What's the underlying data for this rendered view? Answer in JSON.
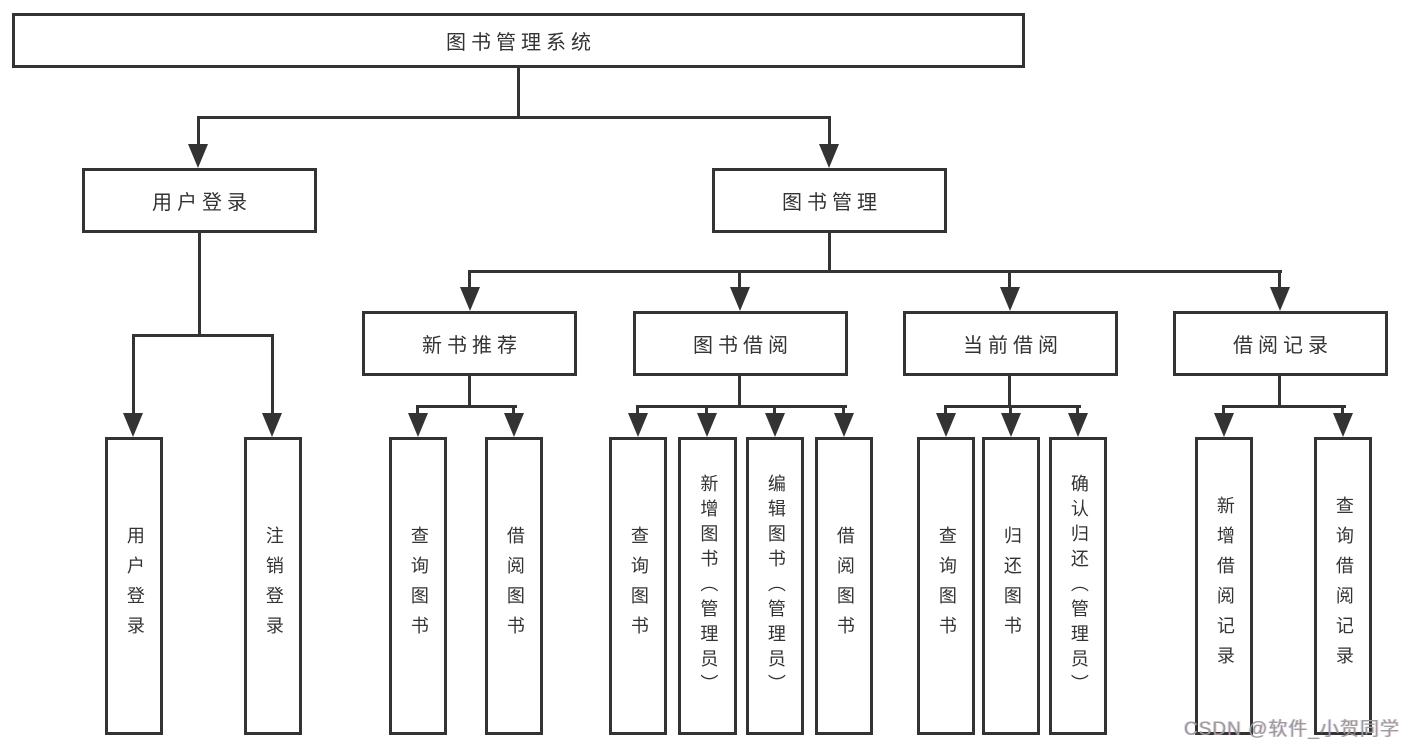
{
  "tree": {
    "root": "图书管理系统",
    "branches": [
      {
        "label": "用户登录",
        "children": [
          "用户登录",
          "注销登录"
        ]
      },
      {
        "label": "图书管理",
        "children": [
          {
            "label": "新书推荐",
            "children": [
              "查询图书",
              "借阅图书"
            ]
          },
          {
            "label": "图书借阅",
            "children": [
              "查询图书",
              "新增图书（管理员）",
              "编辑图书（管理员）",
              "借阅图书"
            ]
          },
          {
            "label": "当前借阅",
            "children": [
              "查询图书",
              "归还图书",
              "确认归还（管理员）"
            ]
          },
          {
            "label": "借阅记录",
            "children": [
              "新增借阅记录",
              "查询借阅记录"
            ]
          }
        ]
      }
    ]
  },
  "colors": {
    "line": "#333333",
    "watermark_gray": "#9c9c9c",
    "background": "#ffffff"
  },
  "watermark": "CSDN @软件_小贺同学"
}
